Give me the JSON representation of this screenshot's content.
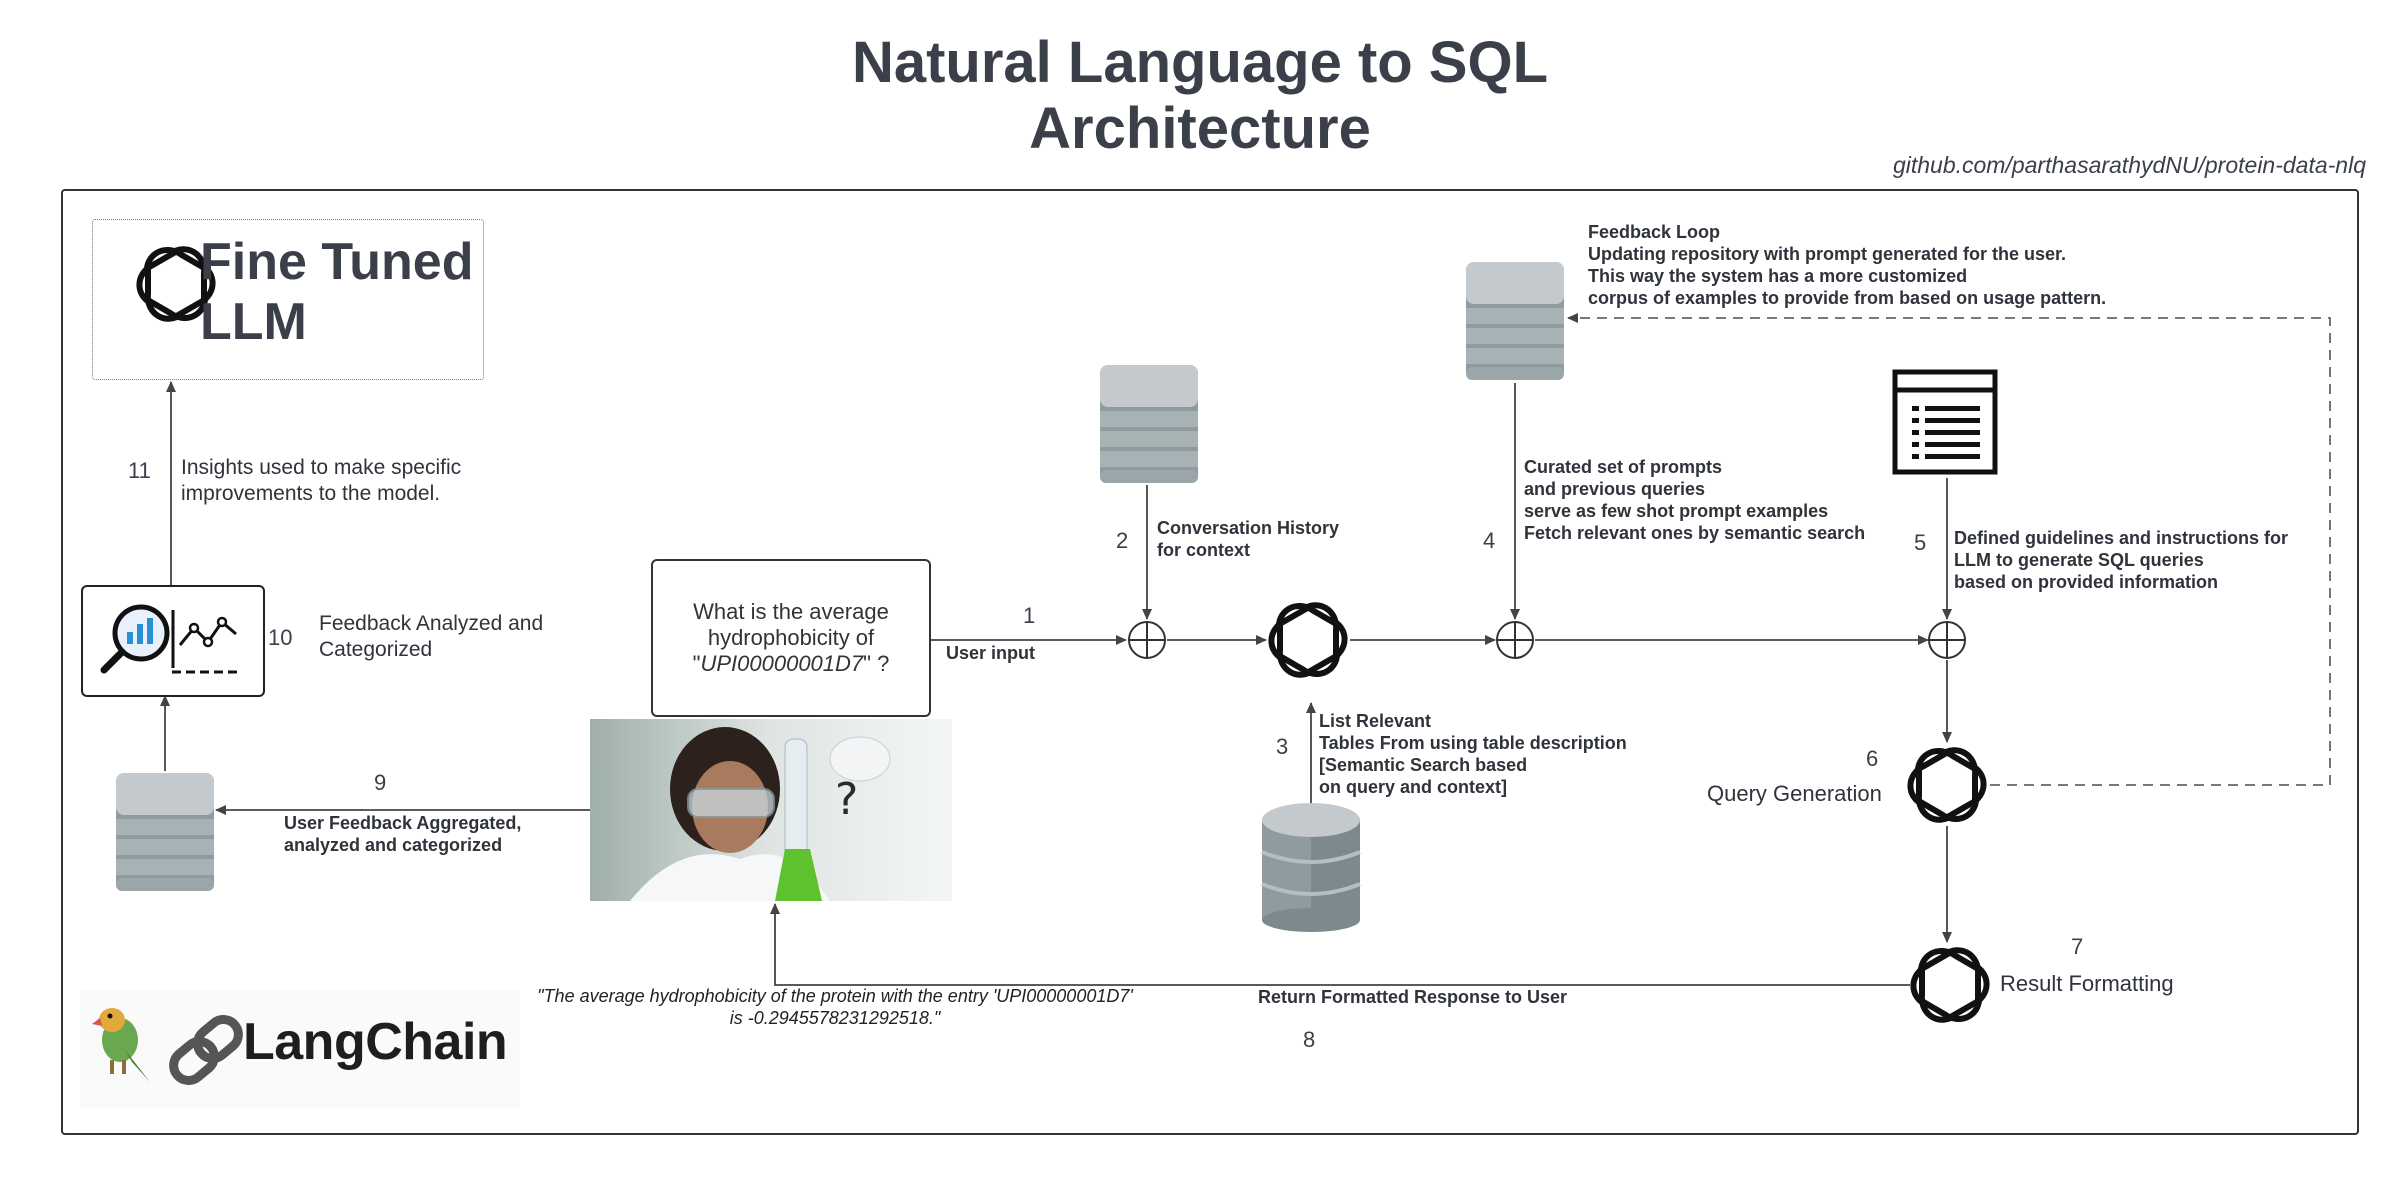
{
  "title": {
    "line1": "Natural Language to SQL",
    "line2": "Architecture"
  },
  "repo_link": "github.com/parthasarathydNU/protein-data-nlq",
  "fine_tuned": {
    "line1": "Fine Tuned",
    "line2": "LLM"
  },
  "steps": {
    "s1": {
      "num": "1",
      "label": "User input"
    },
    "s2": {
      "num": "2",
      "line1": "Conversation History",
      "line2": "for context"
    },
    "s3": {
      "num": "3",
      "line1": "List Relevant",
      "line2": "Tables From using table description",
      "line3": "[Semantic Search based",
      "line4": "on query and context]"
    },
    "s4": {
      "num": "4",
      "line1": "Curated set of prompts",
      "line2": "and previous queries",
      "line3": "serve as few shot prompt examples",
      "line4": "Fetch relevant ones by semantic search"
    },
    "s5": {
      "num": "5",
      "line1": "Defined guidelines and instructions for",
      "line2": "LLM to generate SQL queries",
      "line3": "based on provided information"
    },
    "s6": {
      "num": "6",
      "label": "Query Generation"
    },
    "s7": {
      "num": "7",
      "label": "Result Formatting"
    },
    "s8": {
      "num": "8",
      "label": "Return Formatted Response to User"
    },
    "s9": {
      "num": "9",
      "line1": "User Feedback Aggregated,",
      "line2": "analyzed and categorized"
    },
    "s10": {
      "num": "10",
      "line1": "Feedback Analyzed and",
      "line2": "Categorized"
    },
    "s11": {
      "num": "11",
      "line1": "Insights used to make specific",
      "line2": "improvements to the model."
    }
  },
  "feedback_loop": {
    "title": "Feedback Loop",
    "line1": "Updating repository with prompt generated for the user.",
    "line2": "This way the system has a more customized",
    "line3": "corpus of examples to provide from based on usage pattern."
  },
  "question": {
    "prefix": "What is the average hydrophobicity of \"",
    "entry": "UPI00000001D7",
    "suffix": "\" ?"
  },
  "answer": {
    "line1": "\"The average hydrophobicity of the protein with the entry 'UPI00000001D7'",
    "line2": "is -0.2945578231292518.\""
  },
  "brand": {
    "langchain": "LangChain"
  },
  "icons": [
    "openai-icon",
    "database-icon",
    "document-list-icon",
    "analytics-icon",
    "parrot-icon",
    "chain-link-icon",
    "summation-node-icon"
  ],
  "colors": {
    "db_top": "#c3c9cc",
    "db_body": "#8f9b9e",
    "db_band": "#a7b2b5",
    "text": "#333a45"
  }
}
